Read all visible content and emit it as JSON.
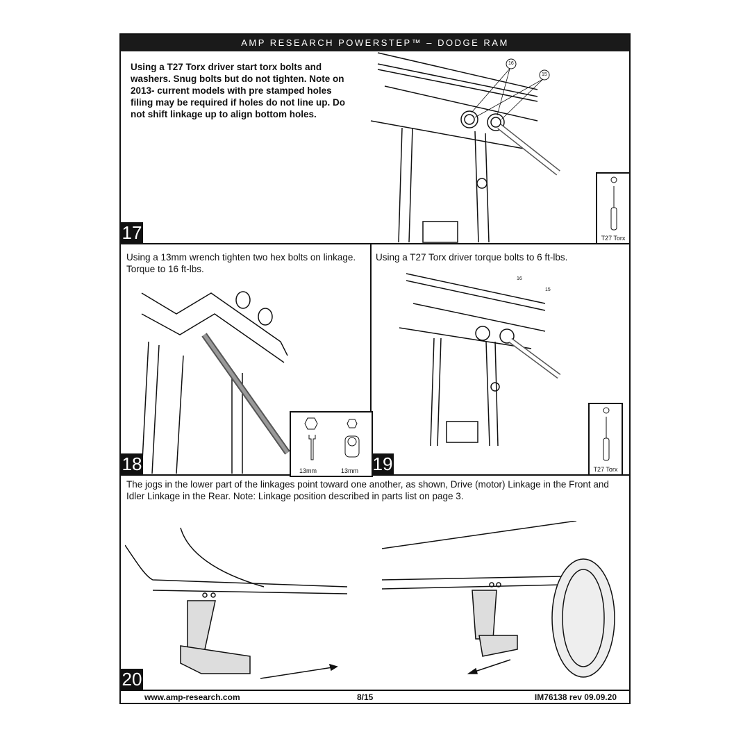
{
  "header": {
    "title": "AMP RESEARCH POWERSTEP™ – DODGE RAM"
  },
  "steps": [
    {
      "number": "17",
      "text": "Using a T27 Torx driver start torx bolts and washers. Snug bolts but do not tighten. Note on 2013- current models with pre stamped holes filing may be required if holes do not line up. Do not shift linkage up to align bottom holes.",
      "callouts": [
        "16",
        "15"
      ],
      "tools": [
        "T27 Torx"
      ]
    },
    {
      "number": "18",
      "text": "Using a 13mm wrench tighten two hex bolts on linkage. Torque to 16 ft-lbs.",
      "tools": [
        "13mm",
        "13mm"
      ]
    },
    {
      "number": "19",
      "text": "Using a T27 Torx driver torque bolts to 6 ft-lbs.",
      "callouts": [
        "16",
        "15"
      ],
      "tools": [
        "T27 Torx"
      ]
    },
    {
      "number": "20",
      "text": "The jogs in the lower part of the linkages point toward one another, as shown, Drive (motor) Linkage in the Front and Idler Linkage in the Rear. Note: Linkage position described in parts list on page 3."
    }
  ],
  "footer": {
    "website": "www.amp-research.com",
    "page": "8/15",
    "doc": "IM76138 rev 09.09.20"
  }
}
